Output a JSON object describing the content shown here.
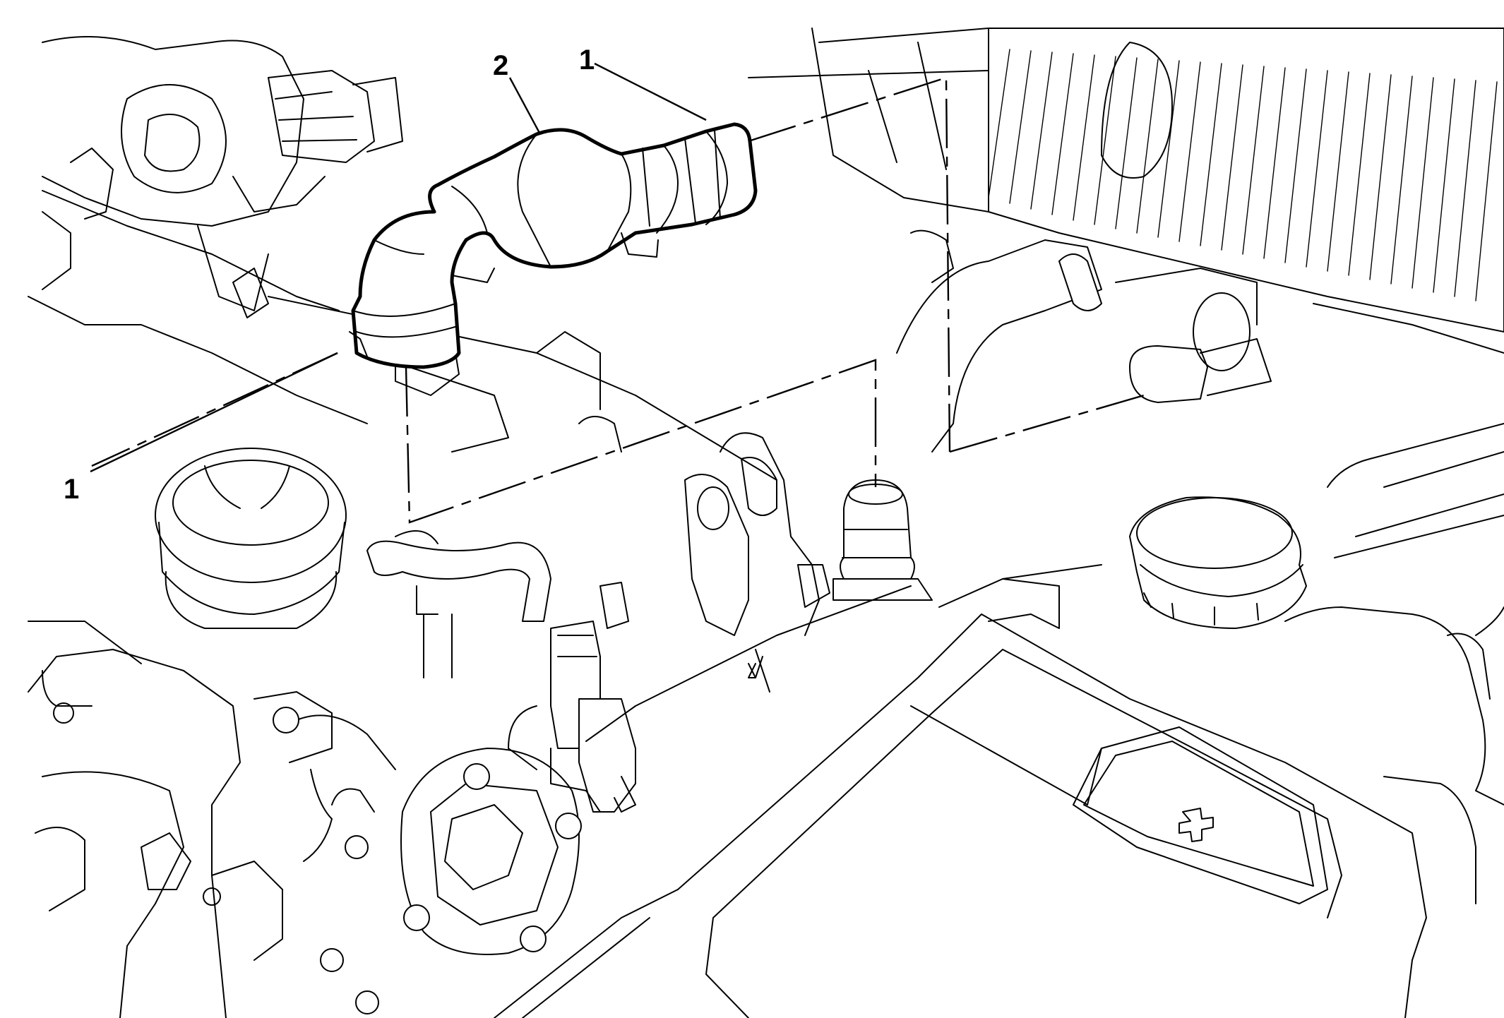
{
  "callouts": {
    "item_1_left": "1",
    "item_1_top": "1",
    "item_2": "2"
  },
  "colors": {
    "line": "#000000",
    "background": "#ffffff"
  }
}
